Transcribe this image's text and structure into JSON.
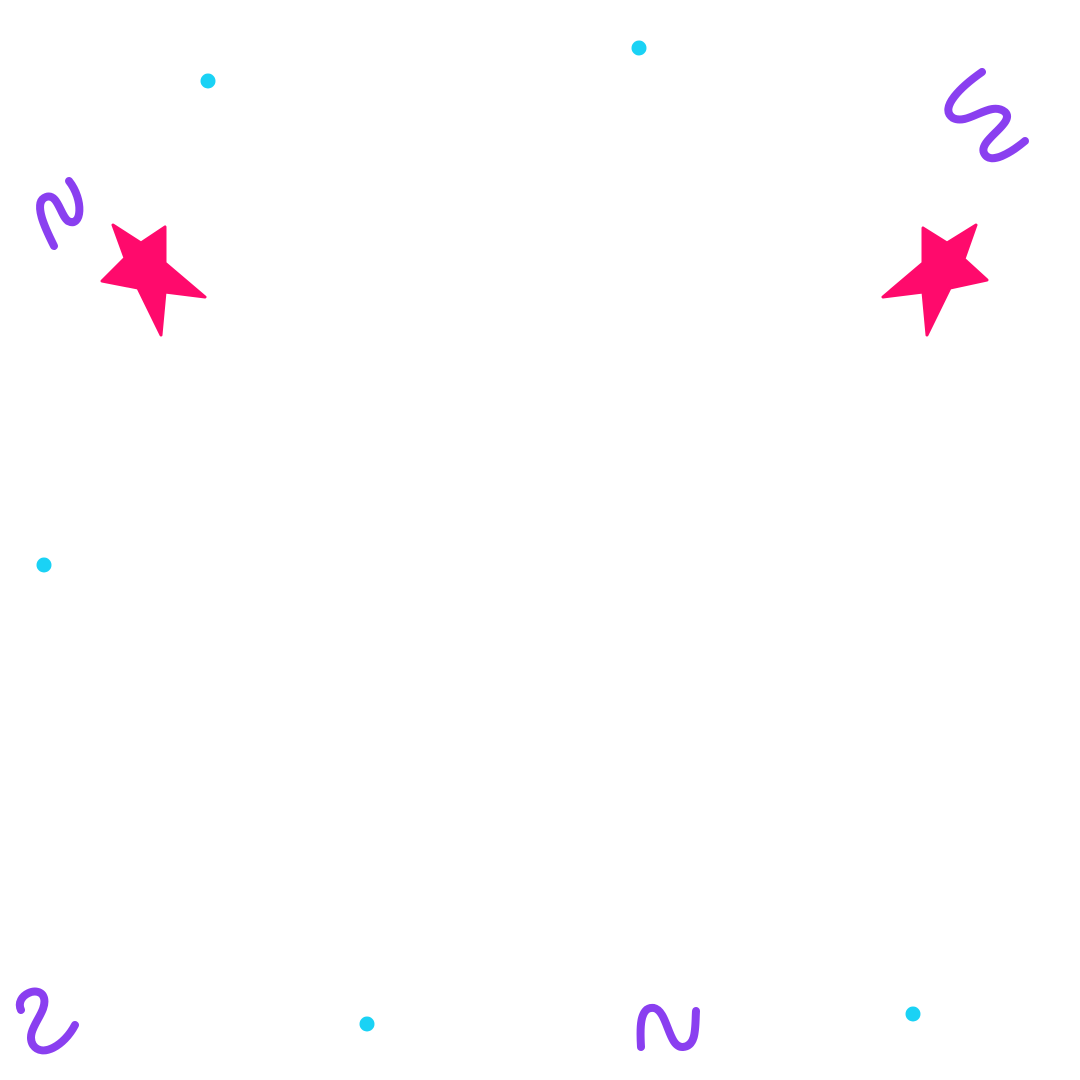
{
  "colors": {
    "background": "#ffffff",
    "star": "#ff0a6c",
    "squiggle": "#8a3ff0",
    "dot": "#1ad2f5"
  },
  "decorations": {
    "stars": [
      "star-left",
      "star-right"
    ],
    "squiggles": [
      "squiggle-top-left",
      "squiggle-top-right",
      "squiggle-bottom-left",
      "squiggle-bottom-center"
    ],
    "dots": [
      "dot-1",
      "dot-2",
      "dot-3",
      "dot-4",
      "dot-5"
    ]
  }
}
